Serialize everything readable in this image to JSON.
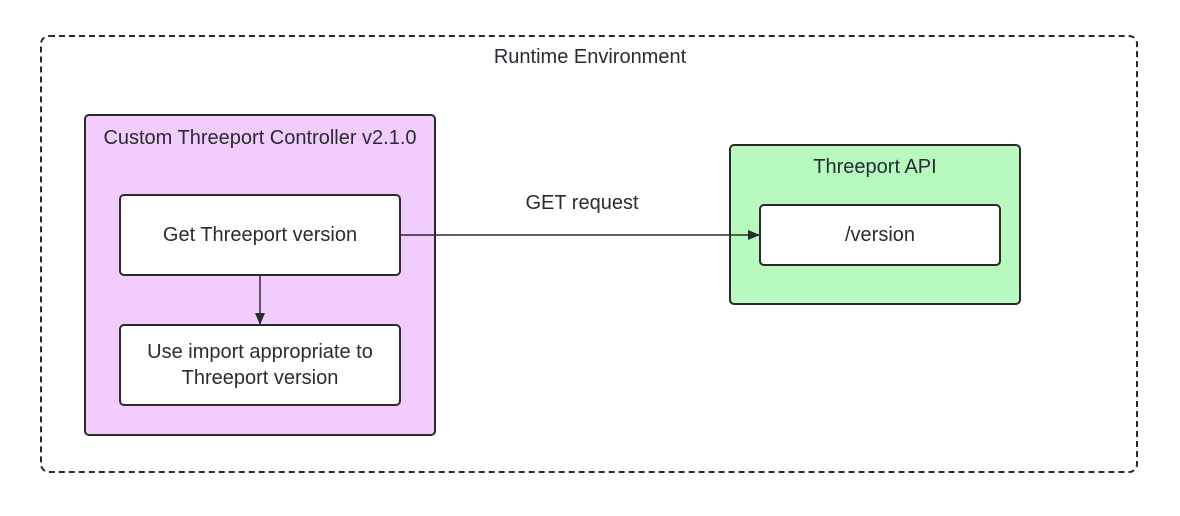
{
  "runtime": {
    "label": "Runtime Environment"
  },
  "controller": {
    "label": "Custom Threeport Controller v2.1.0"
  },
  "steps": {
    "get_version": "Get Threeport version",
    "use_import": "Use import appropriate to Threeport version"
  },
  "api": {
    "label": "Threeport API",
    "endpoint": "/version"
  },
  "edges": {
    "request_label": "GET request"
  },
  "colors": {
    "controller_fill": "#f1ccfd",
    "api_fill": "#b7f9be",
    "box_fill": "#ffffff",
    "stroke": "#2a2a2a",
    "text": "#282c33"
  }
}
